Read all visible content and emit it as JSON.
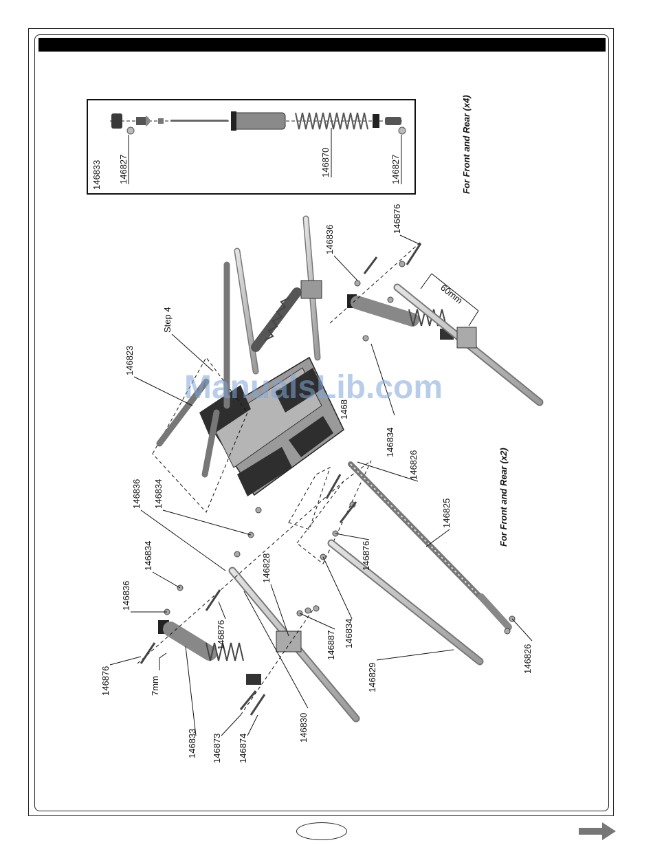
{
  "labels": {
    "inset_146833": "146833",
    "inset_146827_left": "146827",
    "inset_146870": "146870",
    "inset_146827_right": "146827",
    "top_146876": "146876",
    "top_146836": "146836",
    "mid_146823": "146823",
    "step_4": "Step 4",
    "dim_60mm": "60mm",
    "mid_146834_right": "146834",
    "mid_146826_right": "146826",
    "mid_146825": "146825",
    "mid_1468x": "1468",
    "left_146836_upper": "146836",
    "left_146834_upper": "146834",
    "left_146834_lower": "146834",
    "left_146836_lower": "146836",
    "left_146876_outer": "146876",
    "dim_7mm": "7mm",
    "left_146876_inner": "146876",
    "bot_146828": "146828",
    "bot_146887": "146887",
    "bot_146834": "146834",
    "bot_146829": "146829",
    "bot_146876_right": "146876",
    "bot_146826": "146826",
    "bot_146833": "146833",
    "bot_146873": "146873",
    "bot_146874": "146874",
    "bot_146830": "146830"
  },
  "notes": {
    "front_rear_x4": "For Front and Rear (x4)",
    "front_rear_x2": "For Front and Rear (x2)"
  },
  "watermark": "ManualsLib.com",
  "colors": {
    "frame": "#222222",
    "part_fill": "#c8c8c8",
    "part_dark": "#3a3a3a",
    "watermark": "#7fa6d8"
  },
  "icons": {
    "next_page": "arrow-right-icon"
  }
}
